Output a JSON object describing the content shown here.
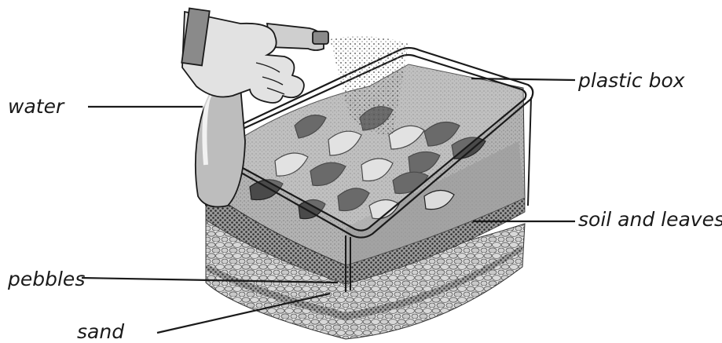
{
  "labels": {
    "water": "water",
    "plastic_box": "plastic box",
    "soil_and_leaves": "soil and leaves",
    "pebbles": "pebbles",
    "sand": "sand"
  },
  "colors": {
    "outline": "#1a1a1a",
    "soil": "#a9a9a9",
    "sand": "#5a5a5a",
    "pebbles": "#d2d2d2",
    "leaf_dark": "#4a4a4a",
    "leaf_light": "#dcdcdc",
    "hand": "#cfcfcf",
    "bottle": "#bdbdbd",
    "spray": "#6b6b6b"
  }
}
